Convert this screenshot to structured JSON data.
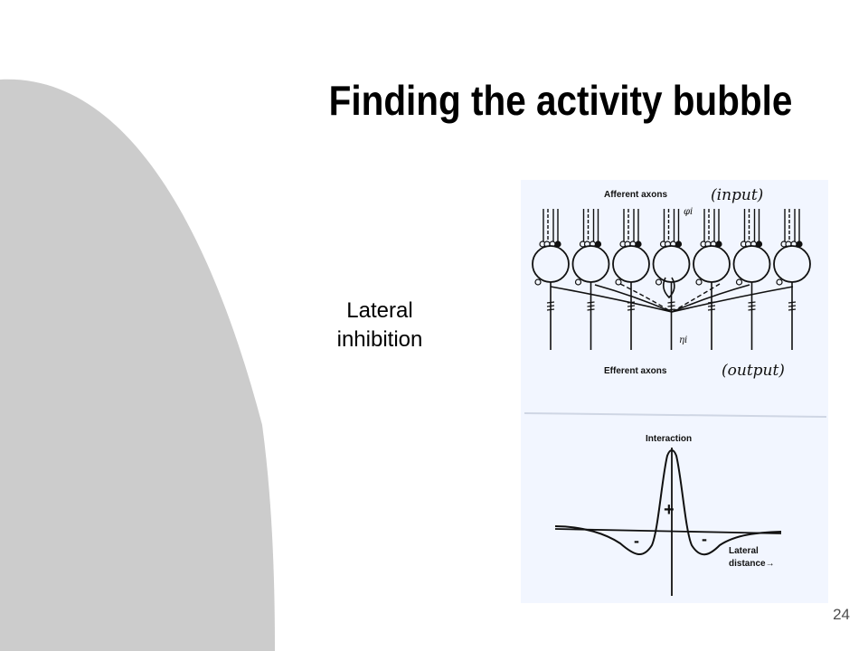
{
  "slide": {
    "title": "Finding the activity bubble",
    "side_label_line1": "Lateral",
    "side_label_line2": "inhibition",
    "page_number": "24"
  },
  "figure": {
    "top_panel": {
      "top_label": "Afferent axons",
      "top_label_hand": "(input)",
      "bottom_label": "Efferent axons",
      "bottom_label_hand": "(output)",
      "symbol_phi": "φi",
      "symbol_eta": "ηi",
      "neuron_count": 7
    },
    "bottom_panel": {
      "y_label": "Interaction",
      "x_label_line1": "Lateral",
      "x_label_line2": "distance→",
      "plus_sign": "+",
      "minus_left": "-",
      "minus_right": "-"
    }
  },
  "colors": {
    "background_shape": "#cccccc",
    "figure_paper": "#f2f6ff",
    "ink": "#111111"
  }
}
